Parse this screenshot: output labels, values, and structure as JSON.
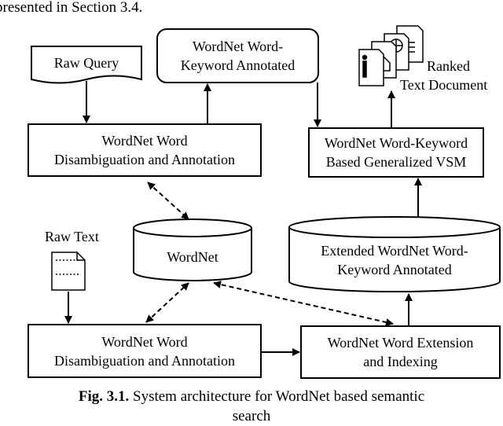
{
  "intro_text": "presented in Section 3.4.",
  "nodes": {
    "raw_query": "Raw Query",
    "annotated_query": [
      "WordNet Word-",
      "Keyword Annotated"
    ],
    "ranked_docs": [
      "Ranked",
      "Text Document"
    ],
    "disambig_top": [
      "WordNet Word",
      "Disambiguation and Annotation"
    ],
    "vsm": [
      "WordNet Word-Keyword",
      "Based Generalized VSM"
    ],
    "wordnet_db": "WordNet",
    "extended_db": [
      "Extended WordNet Word-",
      "Keyword Annotated"
    ],
    "raw_text": "Raw Text",
    "disambig_bottom": [
      "WordNet Word",
      "Disambiguation and Annotation"
    ],
    "extension_indexing": [
      "WordNet Word Extension",
      "and Indexing"
    ]
  },
  "caption": {
    "label": "Fig. 3.1.",
    "text": " System architecture for WordNet based semantic",
    "text_line2": "search"
  }
}
